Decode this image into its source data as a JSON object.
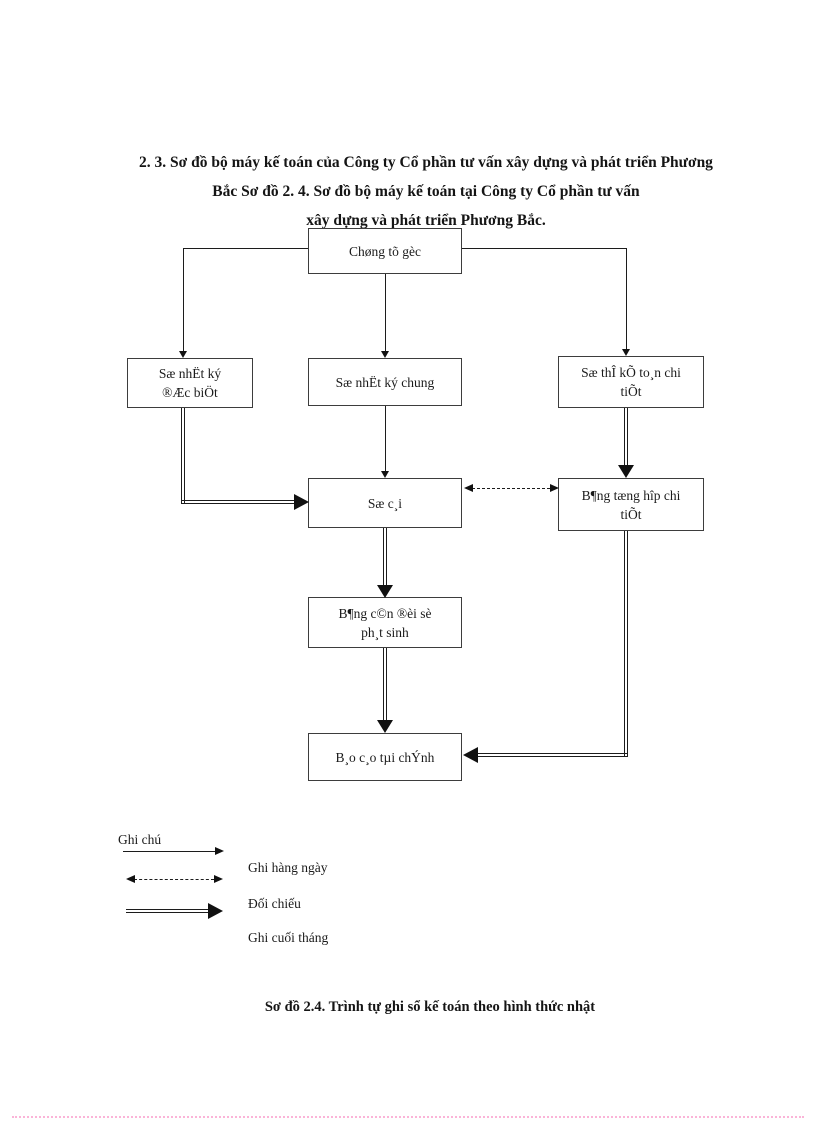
{
  "page": {
    "title_lines": [
      "2. 3. Sơ đồ bộ máy kế toán của Công ty Cổ phần tư vấn xây dựng và phát triển Phương",
      "Bắc Sơ đồ 2. 4. Sơ đồ bộ máy kế toán tại Công ty Cổ phần tư vấn",
      "xây dựng và phát triển Phương Bắc."
    ],
    "caption": "Sơ đồ 2.4. Trình tự ghi sổ kế toán theo hình thức nhật"
  },
  "flowchart": {
    "boxes": {
      "chung_tu_goc": "Chøng tõ gèc",
      "nhat_ky_dac_biet": "Sæ nhËt ký\n®Æc biÖt",
      "nhat_ky_chung": "Sæ nhËt ký chung",
      "so_the_ke_toan": "Sæ thÎ kÕ to¸n chi\ntiÕt",
      "so_cai": "Sæ c¸i",
      "bang_tong_hop": "B¶ng tæng hîp chi\ntiÕt",
      "bang_can_doi": "B¶ng c©n ®èi sè\nph¸t sinh",
      "bao_cao": "B¸o c¸o tµi chÝnh"
    }
  },
  "legend": {
    "title": "Ghi chú",
    "items": [
      {
        "label": "Ghi hàng ngày",
        "line_style": "thin-solid-arrow"
      },
      {
        "label": "Đối chiếu",
        "line_style": "dashed-double-headed-arrow"
      },
      {
        "label": "Ghi cuối tháng",
        "line_style": "double-line-arrow"
      }
    ]
  },
  "colors": {
    "line": "#1c1c1c",
    "box_border": "#3d3d3d",
    "footer_dotted_rule": "#fbb4d8"
  }
}
